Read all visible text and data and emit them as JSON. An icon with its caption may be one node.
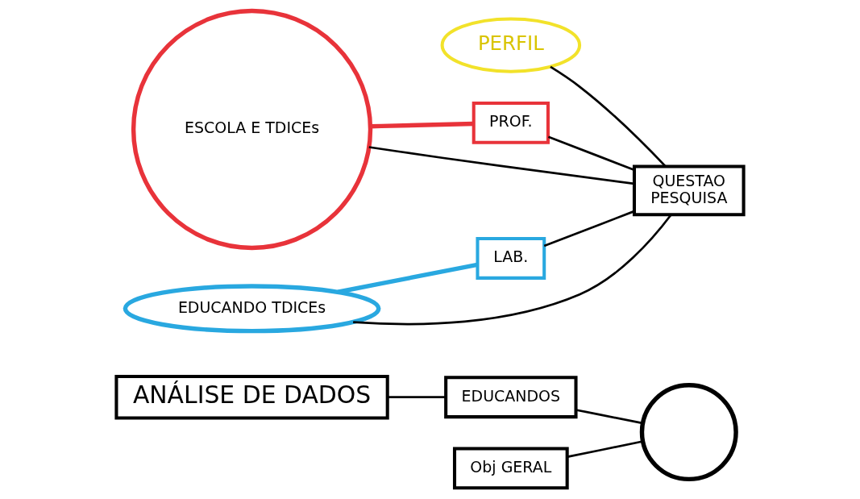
{
  "diagram": {
    "nodes": [
      {
        "text": [
          "ANÁLISE DE DADOS"
        ]
      },
      {
        "text": [
          "EDUCANDOS"
        ]
      },
      {
        "text": [],
        "shape": "circle"
      },
      {
        "text": [
          "PERFIL"
        ]
      },
      {
        "text": [
          "ESCOLA E TDICEs"
        ]
      },
      {
        "text": [
          "EDUCANDO TDICEs"
        ]
      },
      {
        "text": [
          "Obj GERAL"
        ]
      },
      {
        "text": [
          "PROF."
        ]
      },
      {
        "text": [
          "LAB."
        ]
      },
      {
        "text": [
          "QUESTAO",
          "PESQUISA"
        ]
      }
    ],
    "edges": [
      {
        "from": 0,
        "to": 1,
        "arrow": "none"
      },
      {
        "from": 1,
        "to": 2,
        "arrow": "none"
      },
      {
        "from": 6,
        "to": 2,
        "arrow": "none"
      },
      {
        "from": 4,
        "to": 7,
        "arrow": "none",
        "style": "thick",
        "color": "#e8333a"
      },
      {
        "from": 5,
        "to": 8,
        "arrow": "none",
        "style": "thick",
        "color": "#29a8e0"
      },
      {
        "from": 7,
        "to": 9,
        "arrow": "none"
      },
      {
        "from": 4,
        "to": 9,
        "arrow": "none"
      },
      {
        "from": 3,
        "to": 9,
        "arrow": "none"
      },
      {
        "from": 5,
        "to": 9,
        "arrow": "none"
      },
      {
        "from": 8,
        "to": 9,
        "arrow": "none"
      }
    ]
  }
}
